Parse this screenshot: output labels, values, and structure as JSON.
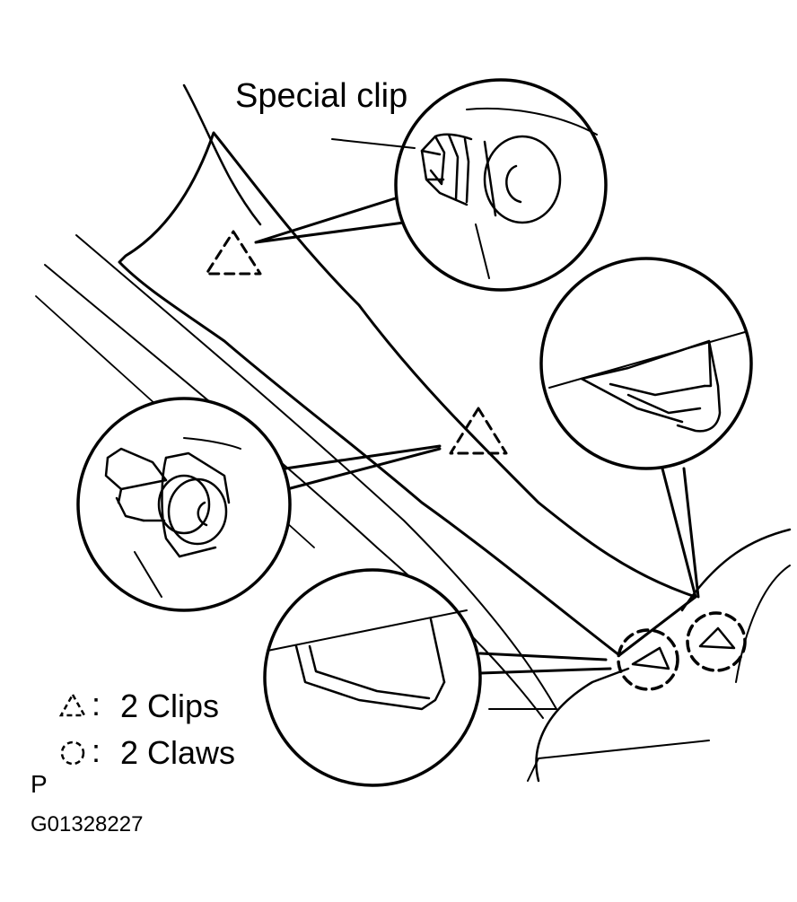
{
  "diagram": {
    "callout_label": "Special clip",
    "legend": [
      {
        "symbol": "dashed-triangle-icon",
        "text": "2 Clips"
      },
      {
        "symbol": "dashed-circle-icon",
        "text": "2 Claws"
      }
    ],
    "view_label": "P",
    "figure_code": "G01328227",
    "line_color": "#000000",
    "background_color": "#ffffff"
  }
}
